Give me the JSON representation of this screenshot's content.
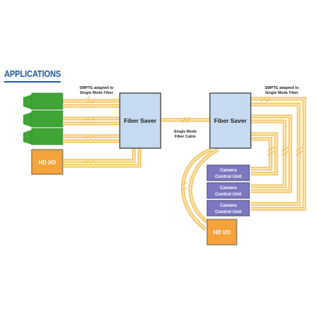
{
  "section_title": "APPLICATIONS",
  "labels": {
    "smpte_left": [
      "SMPTE adapted to",
      "Single Mode Fiber"
    ],
    "smpte_right": [
      "SMPTE adapted to",
      "Single Mode Fiber"
    ],
    "link": [
      "Single Mode",
      "Fiber Cable"
    ]
  },
  "fiber_saver_left": "Fiber Saver",
  "fiber_saver_right": "Fiber Saver",
  "hd_io_left": "HD I/O",
  "hd_io_right": "HD I/O",
  "ccu": [
    [
      "Camera",
      "Control Unit"
    ],
    [
      "Camera",
      "Control Unit"
    ],
    [
      "Camera",
      "Control Unit"
    ]
  ],
  "cameras": [
    "camera",
    "camera",
    "camera"
  ],
  "colors": {
    "heading": "#1e5aa0",
    "camera": "#3fa535",
    "hd_io": "#f5a33b",
    "fiber_saver_fill": "#c6dbf1",
    "fiber_saver_border": "#5a5a5a",
    "ccu_fill": "#7b78c0",
    "cable": "#fbd98a",
    "cable_edge": "#f2b84b"
  }
}
